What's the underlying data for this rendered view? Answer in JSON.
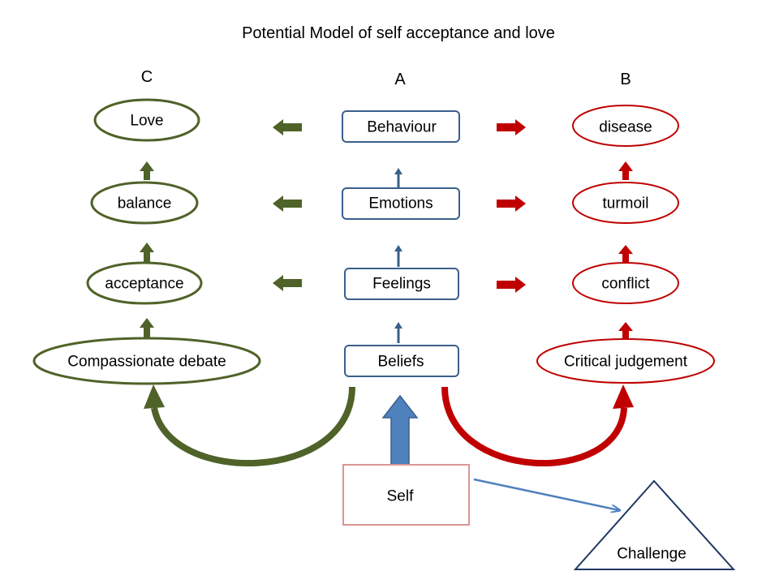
{
  "title": "Potential Model of self acceptance and love",
  "columns": {
    "a": "A",
    "b": "B",
    "c": "C"
  },
  "center": {
    "behaviour": "Behaviour",
    "emotions": "Emotions",
    "feelings": "Feelings",
    "beliefs": "Beliefs",
    "self": "Self"
  },
  "left": {
    "love": "Love",
    "balance": "balance",
    "acceptance": "acceptance",
    "compassionate": "Compassionate debate"
  },
  "right": {
    "disease": "disease",
    "turmoil": "turmoil",
    "conflict": "conflict",
    "critical": "Critical judgement"
  },
  "challenge": "Challenge",
  "colors": {
    "green": "#4f6228",
    "red": "#c00000",
    "blue": "#3a5f8a",
    "arrow_blue": "#4f81bd",
    "self_border": "#d99694"
  }
}
